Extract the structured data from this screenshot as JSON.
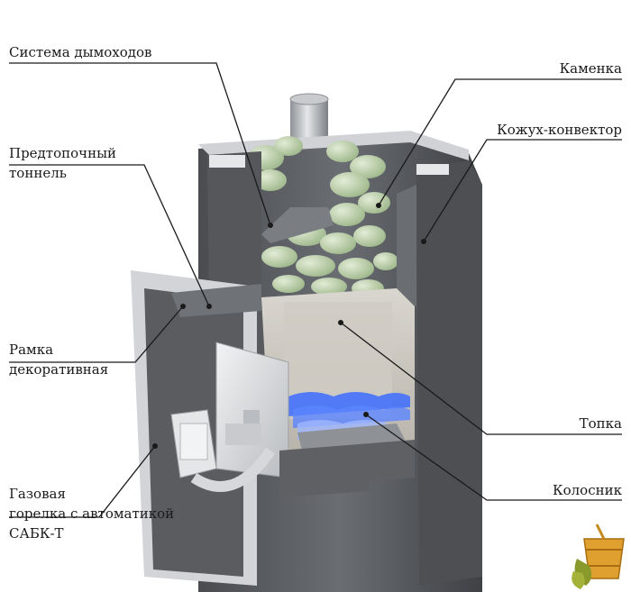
{
  "labels": {
    "chimney": "Система дымоходов",
    "stones": "Каменка",
    "convector": "Кожух-конвектор",
    "tunnel_line1": "Предтопочный",
    "tunnel_line2": "тоннель",
    "frame_line1": "Рамка",
    "frame_line2": "декоративная",
    "firebox": "Топка",
    "grate": "Колосник",
    "burner_line1": "Газовая",
    "burner_line2": "горелка с автоматикой",
    "burner_line3": "САБК-Т"
  },
  "colors": {
    "steel_dark": "#5b5d61",
    "steel_mid": "#8e9196",
    "steel_light": "#d8dadd",
    "stone": "#b9cfa6",
    "flame": "#3d6cff",
    "leader": "#1a1a1a",
    "logo_wood": "#e0a030",
    "logo_leaf": "#8a9a2a"
  },
  "icons": {
    "logo": "sauna-bucket-and-broom-icon"
  }
}
